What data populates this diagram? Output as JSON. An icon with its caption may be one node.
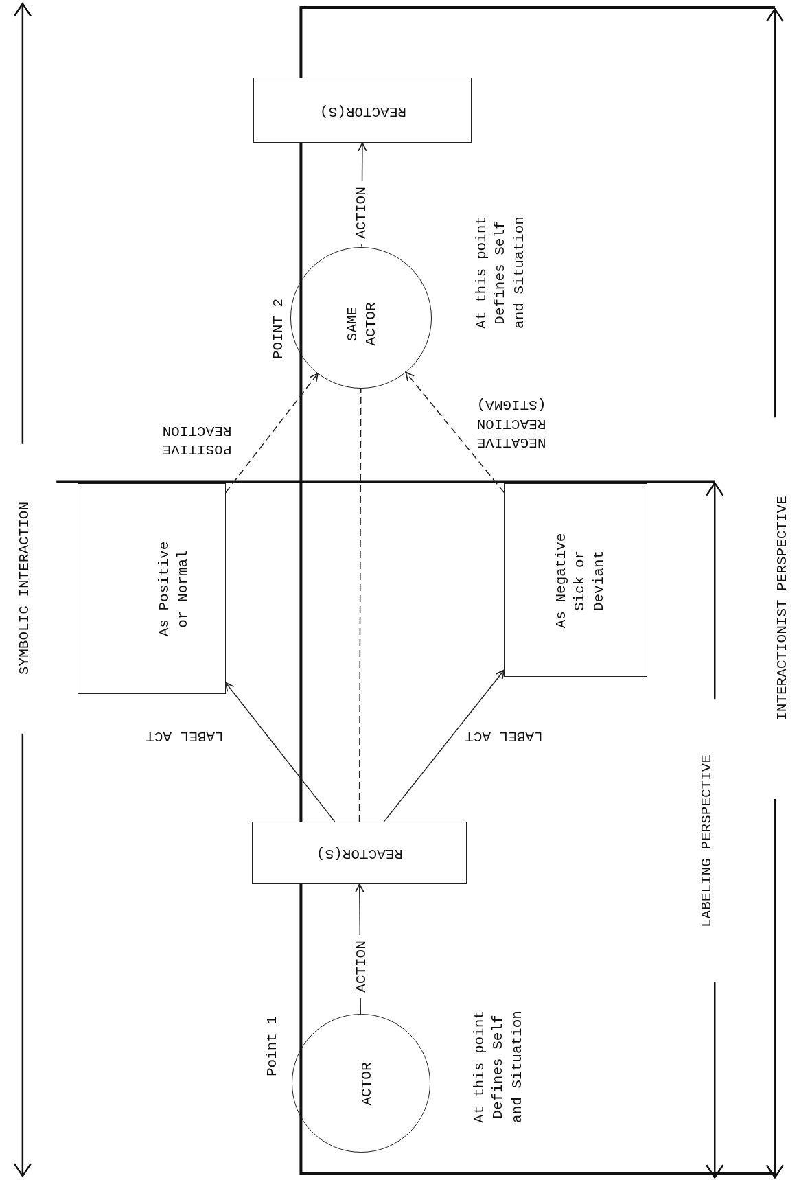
{
  "diagram": {
    "nodes": [
      {
        "text": [
          "ACTOR"
        ],
        "beside": [
          "Point 1",
          "At this point Defines Self and Situation"
        ]
      },
      {
        "text": [
          "REACTOR(S)"
        ]
      },
      {
        "text": [
          "As Positive or Normal"
        ]
      },
      {
        "text": [
          "As Negative Sick or Deviant"
        ]
      },
      {
        "text": [
          "SAME ACTOR"
        ],
        "beside": [
          "POINT 2",
          "At this point Defines Self and Situation"
        ]
      },
      {
        "text": [
          "REACTOR(S)"
        ]
      }
    ],
    "edges": [
      {
        "from": 0,
        "to": 1,
        "arrow": "to",
        "label": "ACTION"
      },
      {
        "from": 1,
        "to": 2,
        "arrow": "to",
        "label": "LABEL ACT"
      },
      {
        "from": 1,
        "to": 3,
        "arrow": "to",
        "label": "LABEL ACT"
      },
      {
        "from": 2,
        "to": 4,
        "arrow": "to",
        "label": "POSITIVE REACTION",
        "style": "dashed"
      },
      {
        "from": 3,
        "to": 4,
        "arrow": "to",
        "label": "NEGATIVE REACTION (STIGMA)",
        "style": "dashed"
      },
      {
        "from": 1,
        "to": 4,
        "arrow": "none",
        "style": "dashed"
      },
      {
        "from": 4,
        "to": 5,
        "arrow": "to",
        "label": "ACTION"
      }
    ],
    "labels": [
      "SYMBOLIC INTERACTION",
      "LABELING PERSPECTIVE",
      "INTERACTIONIST PERSPECTIVE"
    ]
  }
}
